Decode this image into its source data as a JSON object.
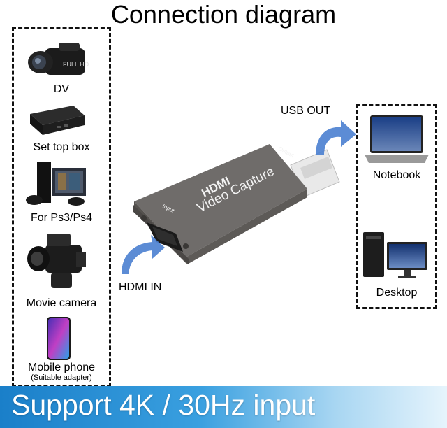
{
  "title": "Connection diagram",
  "sources": [
    {
      "label": "DV",
      "icon": "camcorder-icon"
    },
    {
      "label": "Set top box",
      "icon": "set-top-box-icon"
    },
    {
      "label": "For Ps3/Ps4",
      "icon": "game-console-icon"
    },
    {
      "label": "Movie camera",
      "icon": "movie-camera-icon"
    },
    {
      "label": "Mobile phone",
      "sublabel": "(Suitable adapter)",
      "icon": "mobile-phone-icon"
    }
  ],
  "device": {
    "brand": "HDMI",
    "name": "Video Capture",
    "input_label": "Input",
    "output_label": "Output",
    "color": "#6f6c6a"
  },
  "hdmi_in_label": "HDMI IN",
  "usb_out_label": "USB OUT",
  "targets": [
    {
      "label": "Notebook",
      "icon": "notebook-icon"
    },
    {
      "label": "Desktop",
      "icon": "desktop-icon"
    }
  ],
  "banner_text": "Support 4K / 30Hz input",
  "colors": {
    "arrow": "#4a7fd0",
    "banner": "#1a7fc9"
  }
}
